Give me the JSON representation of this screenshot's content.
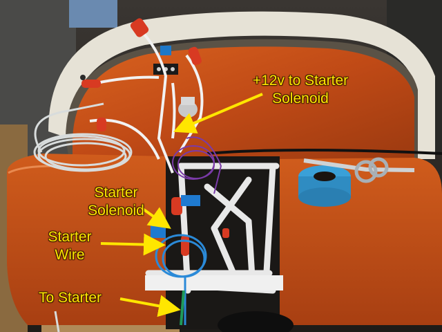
{
  "labels": {
    "plus12_line1": "+12v to Starter",
    "plus12_line2": "Solenoid",
    "solenoid_line1": "Starter",
    "solenoid_line2": "Solenoid",
    "starterwire_line1": "Starter",
    "starterwire_line2": "Wire",
    "tostarter": "To Starter"
  },
  "colors": {
    "fiberglass_orange": "#c8501a",
    "label_yellow": "#ffe600",
    "tube_white": "#e8e8e8"
  }
}
